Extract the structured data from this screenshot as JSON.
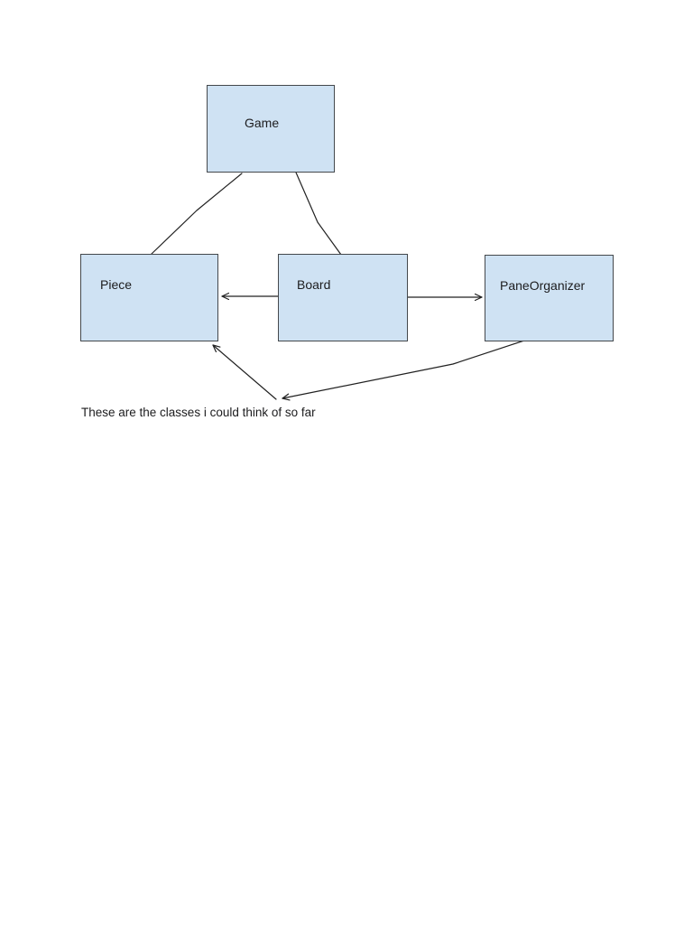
{
  "diagram": {
    "title_hint": "class diagram sketch",
    "nodes": [
      {
        "id": "game",
        "label": "Game"
      },
      {
        "id": "piece",
        "label": "Piece"
      },
      {
        "id": "board",
        "label": "Board"
      },
      {
        "id": "paneorganizer",
        "label": "PaneOrganizer"
      }
    ],
    "connectors": [
      {
        "from": "game",
        "to": "piece",
        "style": "plain-line"
      },
      {
        "from": "game",
        "to": "board",
        "style": "plain-line"
      },
      {
        "from": "board",
        "to": "piece",
        "style": "arrow",
        "arrow_at": "piece"
      },
      {
        "from": "board",
        "to": "paneorganizer",
        "style": "arrow",
        "arrow_at": "paneorganizer"
      },
      {
        "from": "annotation",
        "to": "piece",
        "style": "arrow",
        "arrow_at": "piece"
      },
      {
        "from": "paneorganizer",
        "to": "annotation",
        "style": "arrow",
        "arrow_at": "annotation"
      }
    ],
    "annotation": {
      "text": "These are the classes i could think of so far"
    },
    "colors": {
      "node_fill": "#cfe2f3",
      "node_border": "#44484c",
      "line": "#212121",
      "text": "#1c1c1e",
      "page_background": "#ffffff"
    }
  }
}
